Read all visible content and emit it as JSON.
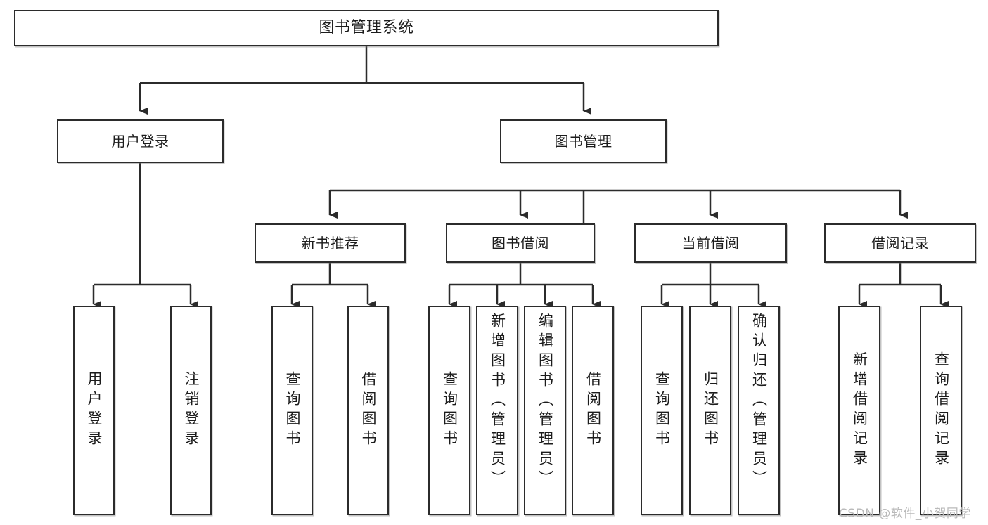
{
  "diagram": {
    "type": "tree-hierarchy",
    "title": "图书管理系统",
    "root": {
      "label": "图书管理系统"
    },
    "level1": [
      {
        "label": "用户登录"
      },
      {
        "label": "图书管理"
      }
    ],
    "level2": [
      {
        "label": "新书推荐"
      },
      {
        "label": "图书借阅"
      },
      {
        "label": "当前借阅"
      },
      {
        "label": "借阅记录"
      }
    ],
    "leaves": {
      "user_login": [
        {
          "label": "用户登录"
        },
        {
          "label": "注销登录"
        }
      ],
      "new_book_recommend": [
        {
          "label": "查询图书"
        },
        {
          "label": "借阅图书"
        }
      ],
      "book_borrow": [
        {
          "label": "查询图书"
        },
        {
          "label": "新增图书（管理员）"
        },
        {
          "label": "编辑图书（管理员）"
        },
        {
          "label": "借阅图书"
        }
      ],
      "current_borrow": [
        {
          "label": "查询图书"
        },
        {
          "label": "归还图书"
        },
        {
          "label": "确认归还（管理员）"
        }
      ],
      "borrow_record": [
        {
          "label": "新增借阅记录"
        },
        {
          "label": "查询借阅记录"
        }
      ]
    }
  },
  "watermark": {
    "text": "CSDN @软件_小贺同学"
  },
  "colors": {
    "stroke": "#2b2b2b",
    "fill": "#ffffff",
    "text": "#1c1c1c",
    "watermark": "#b9b9b9"
  }
}
